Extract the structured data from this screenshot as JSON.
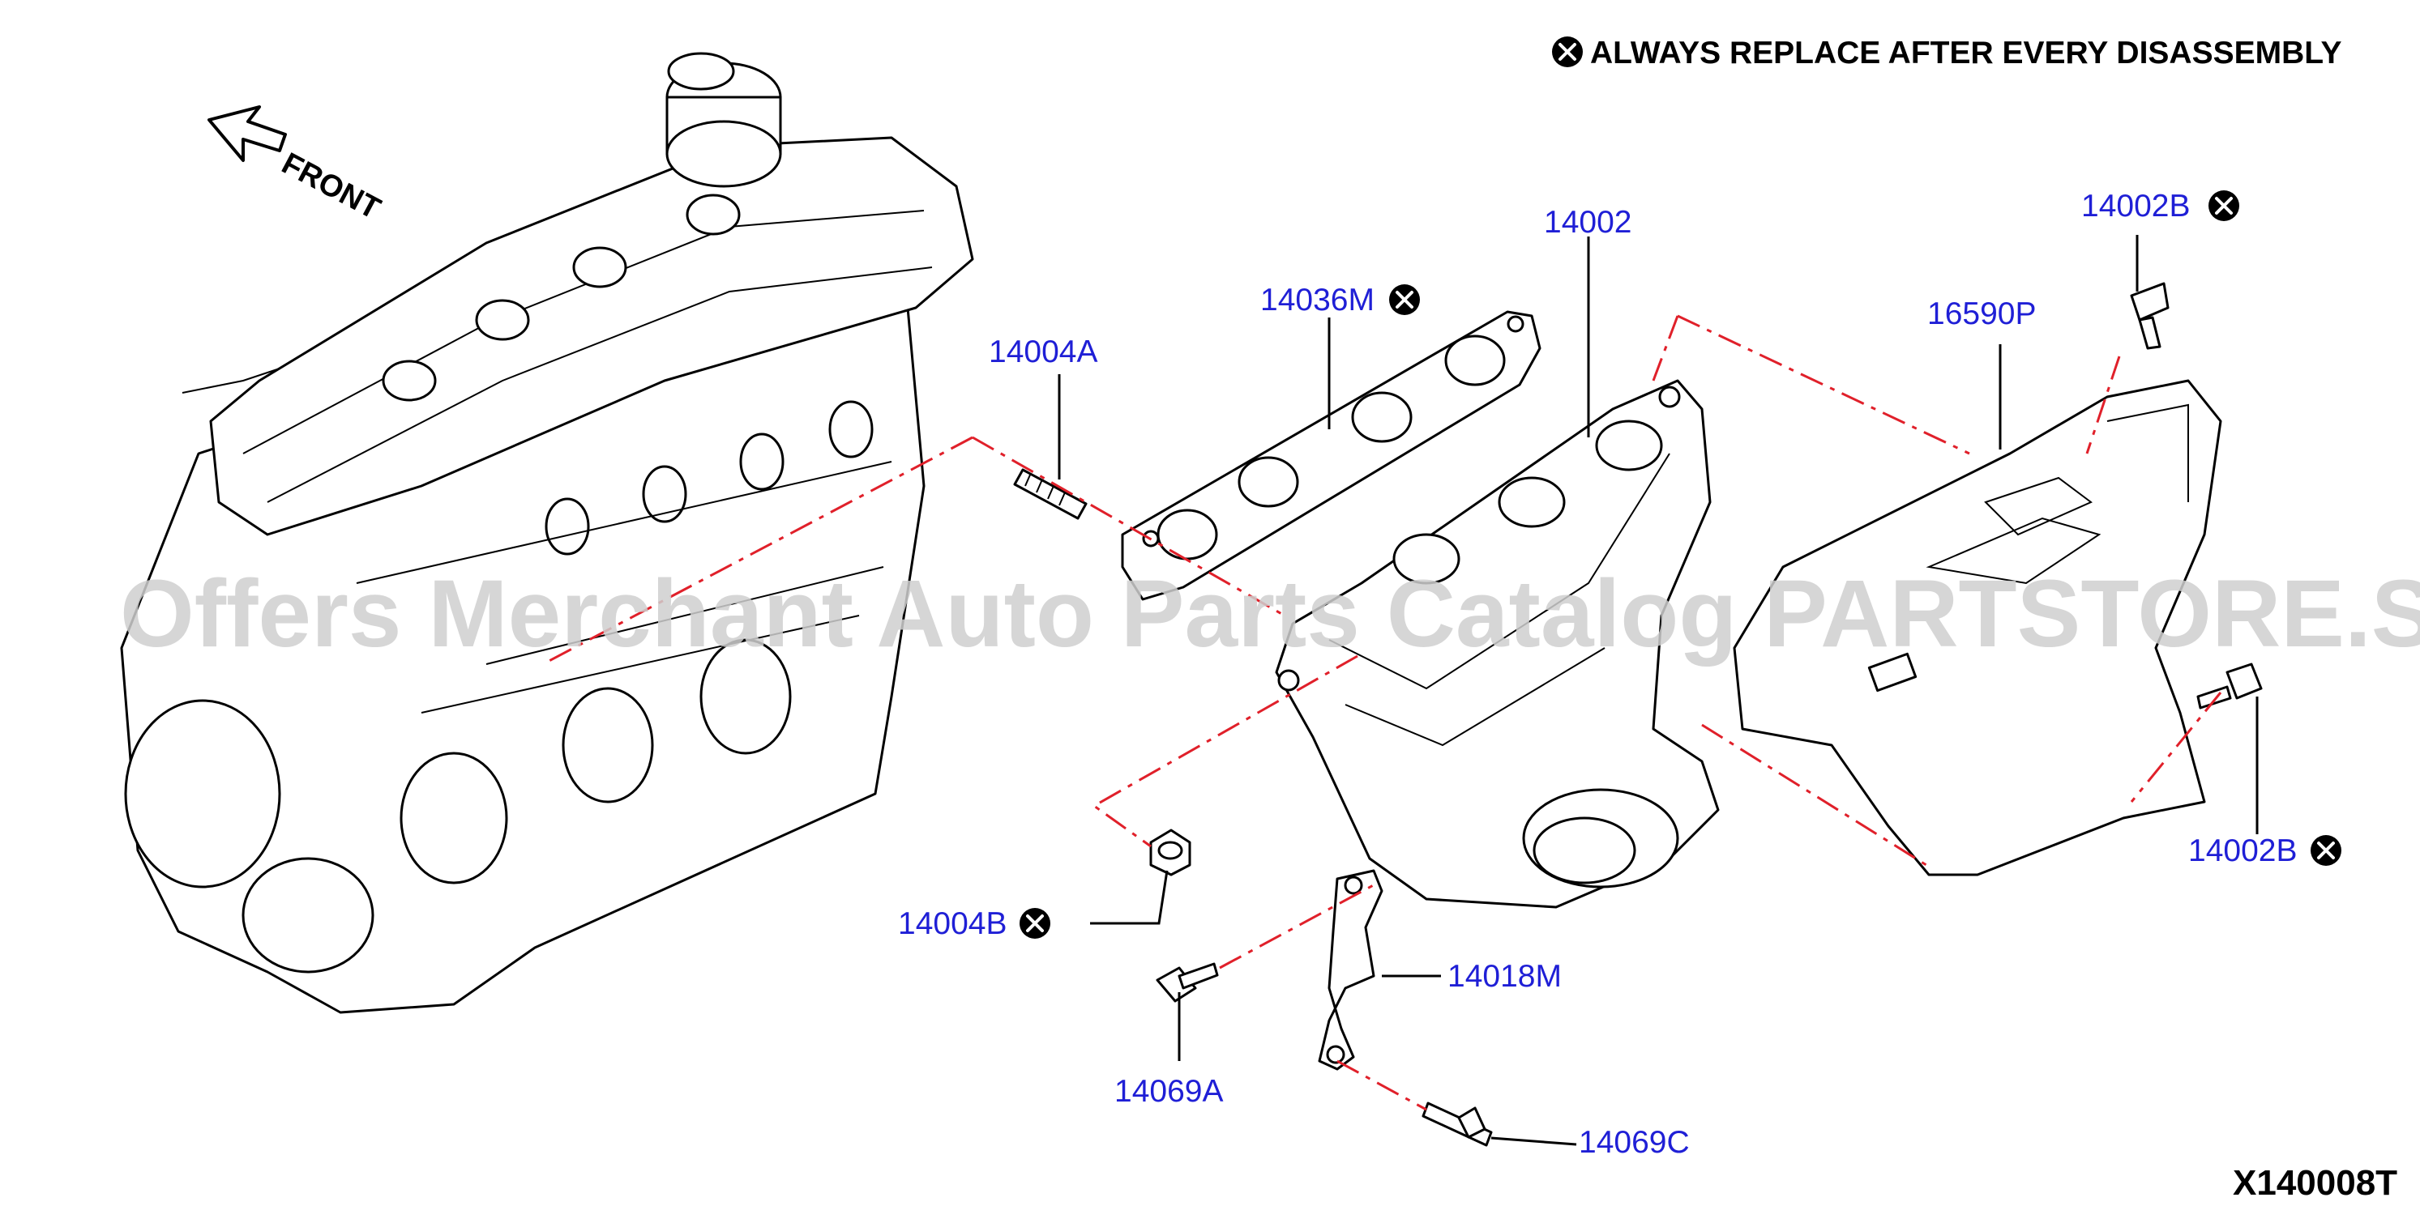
{
  "header": {
    "note": "ALWAYS REPLACE AFTER EVERY DISASSEMBLY"
  },
  "front_label": "FRONT",
  "watermark": "Offers Merchant Auto Parts Catalog PARTSTORE.SA",
  "figure_code": "X140008T",
  "callouts": {
    "p14002": "14002",
    "p14002B_top": "14002B",
    "p14002B_right": "14002B",
    "p16590P": "16590P",
    "p14036M": "14036M",
    "p14004A": "14004A",
    "p14004B": "14004B",
    "p14018M": "14018M",
    "p14069A": "14069A",
    "p14069C": "14069C"
  },
  "colors": {
    "callout": "#1f1fd6",
    "guide_line": "#e0202a",
    "watermark": "#cfcfcf"
  },
  "icons": {
    "replace_marker": "circle-x-icon"
  }
}
